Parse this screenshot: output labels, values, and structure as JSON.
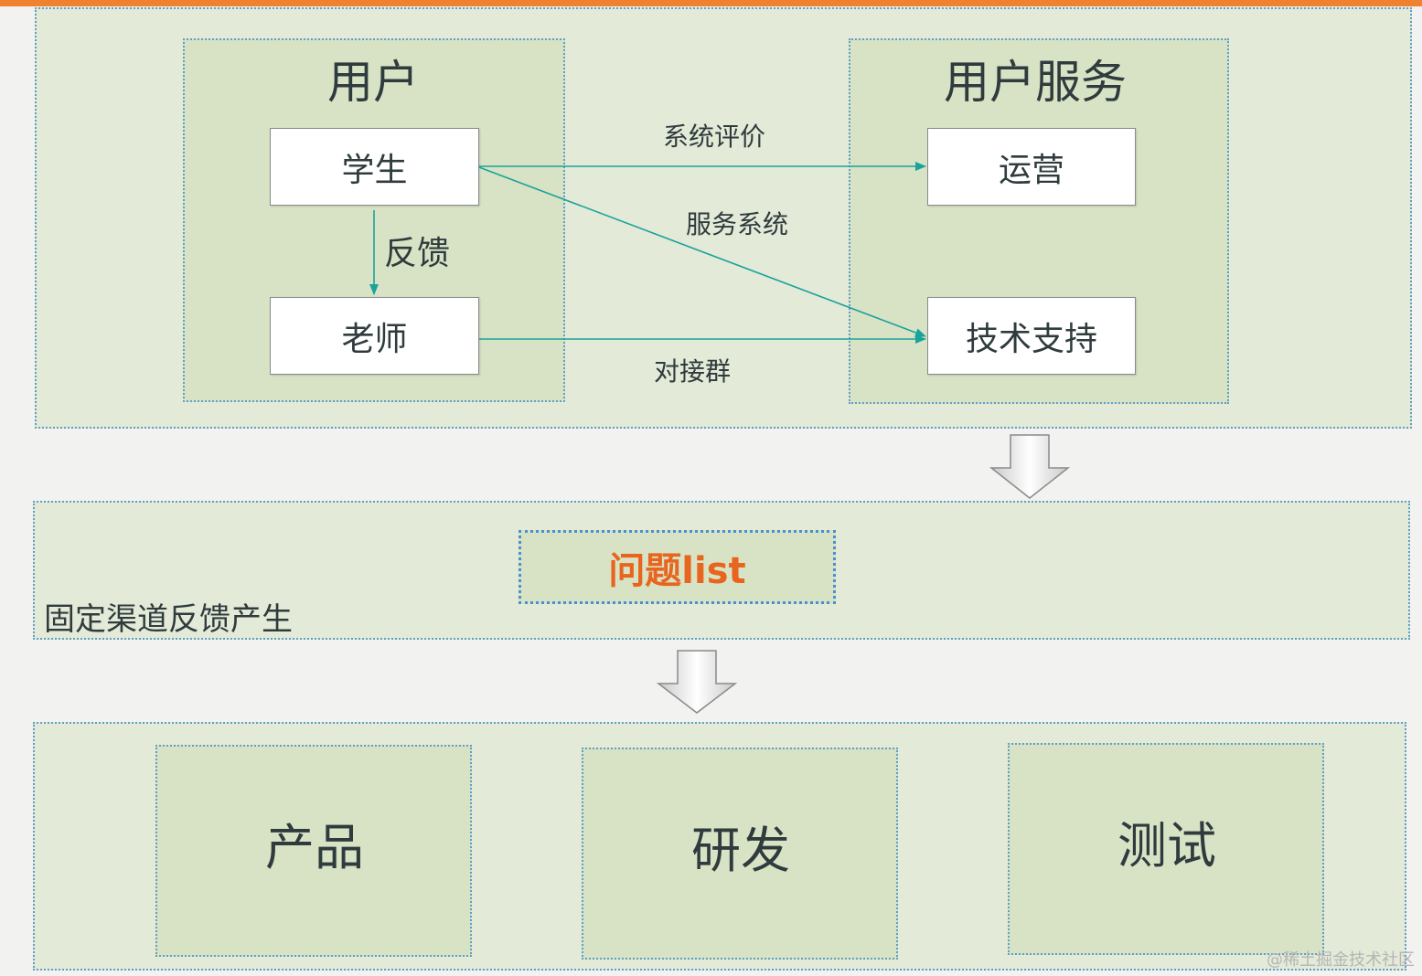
{
  "top_section": {
    "user_group": {
      "title": "用户",
      "student": "学生",
      "teacher": "老师",
      "feedback_label": "反馈"
    },
    "service_group": {
      "title": "用户服务",
      "operations": "运营",
      "tech_support": "技术支持"
    },
    "edges": {
      "system_review": "系统评价",
      "service_system": "服务系统",
      "docking_group": "对接群"
    }
  },
  "middle_section": {
    "issue_list": "问题list",
    "caption": "固定渠道反馈产生"
  },
  "bottom_section": {
    "product": "产品",
    "rnd": "研发",
    "testing": "测试"
  },
  "watermark": "@稀土掘金技术社区",
  "colors": {
    "accent_bar": "#f0812f",
    "edge": "#1aa39a",
    "issue_text": "#e8651f",
    "panel_border": "#5f9fc7"
  }
}
